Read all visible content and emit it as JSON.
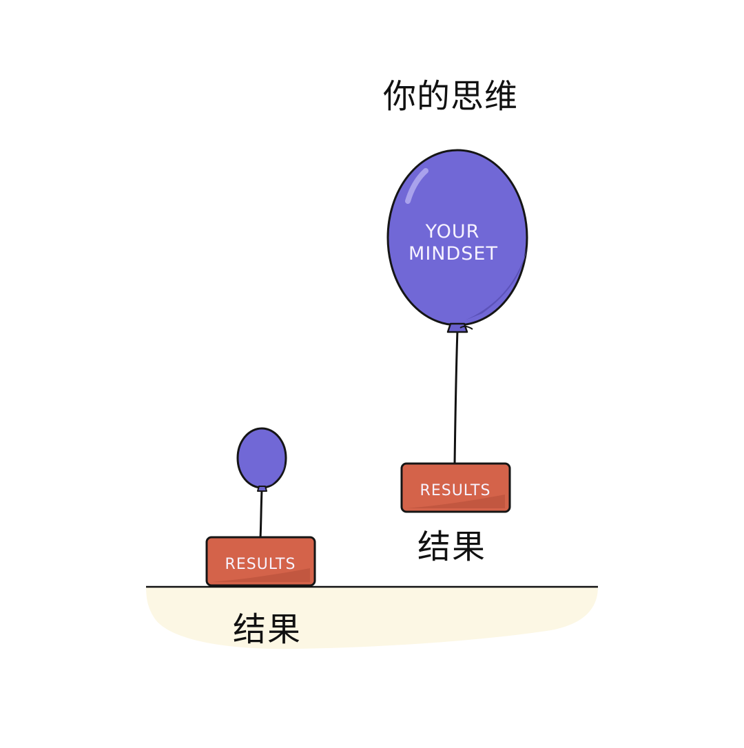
{
  "captions": {
    "top": "你的思维",
    "right": "结果",
    "left": "结果"
  },
  "big_balloon": {
    "line1": "YOUR",
    "line2": "MINDSET",
    "color": "#7168d6"
  },
  "box_right": {
    "label": "RESULTS",
    "color": "#d4634a"
  },
  "box_left": {
    "label": "RESULTS",
    "color": "#d4634a"
  },
  "small_balloon": {
    "color": "#7168d6"
  },
  "ground": {
    "color": "#fcf7e4"
  }
}
